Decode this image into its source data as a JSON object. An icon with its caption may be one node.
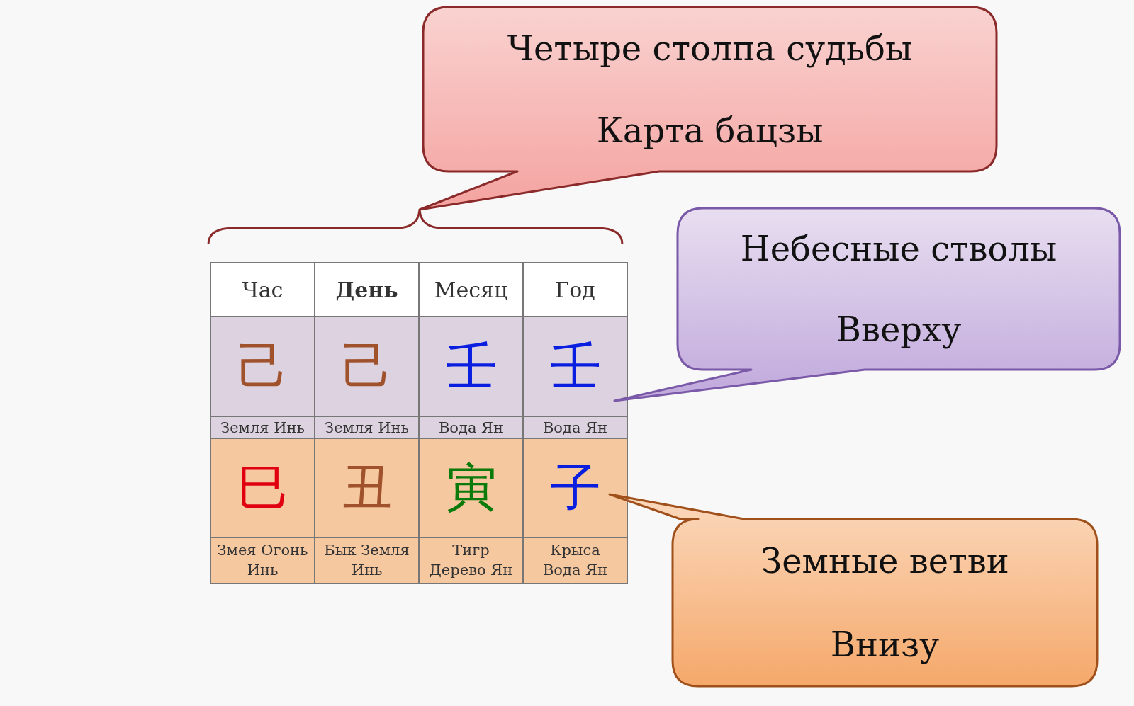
{
  "diagram": {
    "nodes": [
      {
        "text": [
          "Четыре столпа судьбы",
          "Карта бацзы"
        ]
      },
      {
        "text": [
          "Небесные стволы",
          "Вверху"
        ]
      },
      {
        "text": [
          "Земные ветви",
          "Внизу"
        ]
      }
    ],
    "labels": [
      "Час",
      "День",
      "Месяц",
      "Год",
      "己",
      "己",
      "壬",
      "壬",
      "Земля Инь",
      "Земля Инь",
      "Вода Ян",
      "Вода Ян",
      "巳",
      "丑",
      "寅",
      "子",
      "Змея Огонь Инь",
      "Бык Земля Инь",
      "Тигр Дерево Ян",
      "Крыса Вода Ян"
    ]
  }
}
